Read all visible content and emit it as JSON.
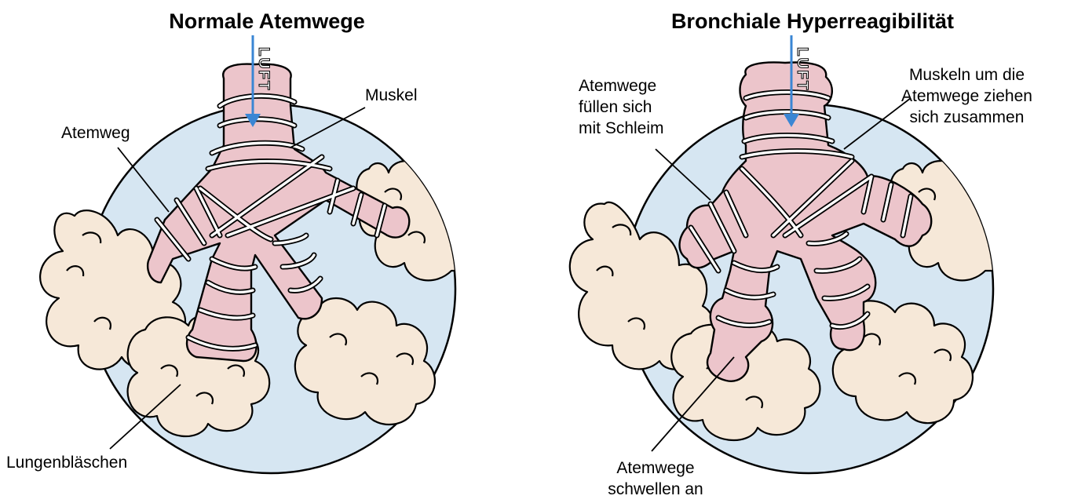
{
  "colors": {
    "background_circle": "#d6e6f2",
    "airway": "#ecc5cb",
    "alveoli": "#f6e8d8",
    "outline": "#000000",
    "air_arrow": "#3a86d4"
  },
  "left_panel": {
    "title": "Normale Atemwege",
    "air_label": "LUFT",
    "labels": {
      "airway": "Atemweg",
      "muscle": "Muskel",
      "alveoli": "Lungenbläschen"
    }
  },
  "right_panel": {
    "title": "Bronchiale Hyperreagibilität",
    "air_label": "LUFT",
    "labels": {
      "mucus": [
        "Atemwege",
        "füllen sich",
        "mit Schleim"
      ],
      "muscles": [
        "Muskeln um die",
        "Atemwege ziehen",
        "sich zusammen"
      ],
      "swelling": [
        "Atemwege",
        "schwellen an"
      ]
    }
  }
}
